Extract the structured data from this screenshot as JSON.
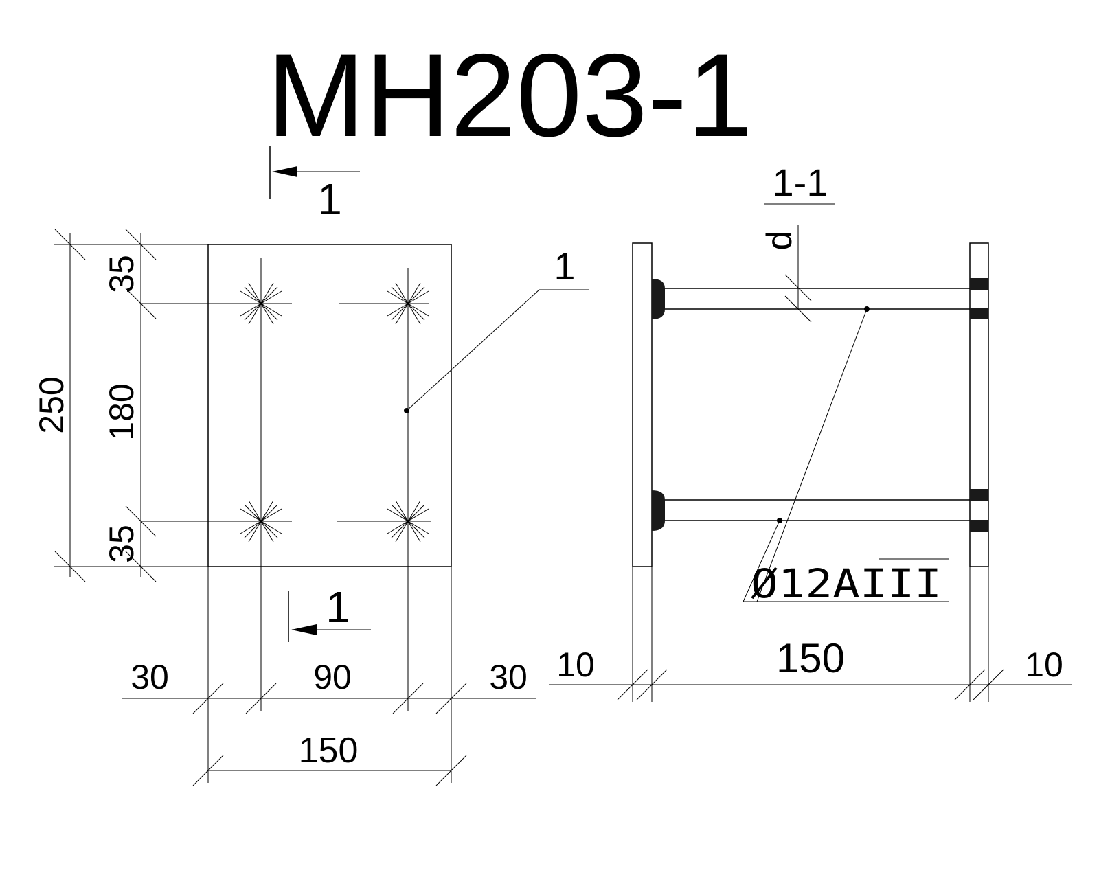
{
  "title": "MH203-1",
  "plan_view": {
    "section_mark_top": "1",
    "section_mark_bottom": "1",
    "leader_label": "1",
    "dim_left_total": "250",
    "dim_left_top": "35",
    "dim_left_middle": "180",
    "dim_left_bottom": "35",
    "dim_bottom_left": "30",
    "dim_bottom_middle": "90",
    "dim_bottom_right": "30",
    "dim_bottom_total": "150"
  },
  "section_view": {
    "title": "1-1",
    "thickness_label": "d",
    "rebar_label": "Ø12AIII",
    "dim_left": "10",
    "dim_middle": "150",
    "dim_right": "10"
  }
}
